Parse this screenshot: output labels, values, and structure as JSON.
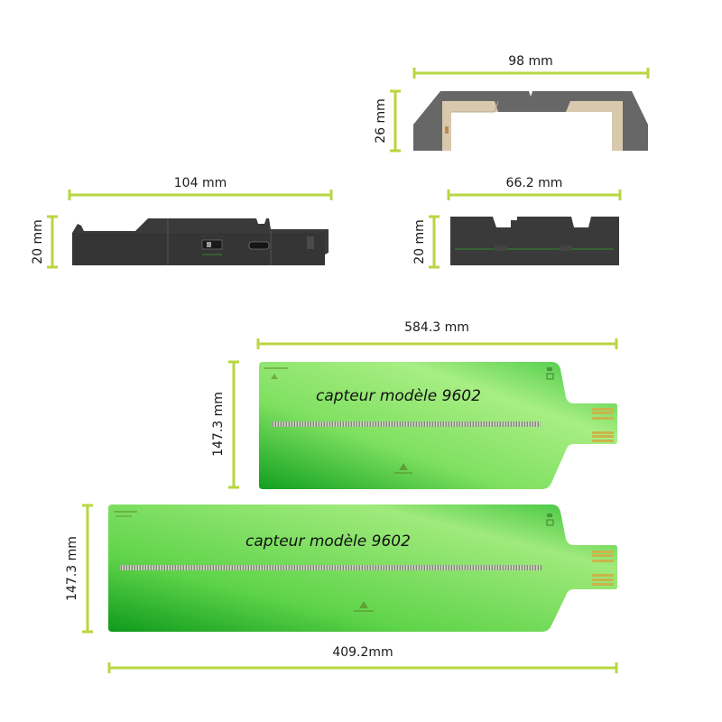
{
  "colors": {
    "dimension_line": "#b8d641",
    "housing_dark": "#3a3a3a",
    "housing_side": "#676767",
    "housing_tan": "#d8c9ad",
    "pcb_green": "#7fe060",
    "pcb_dark": "#1e9e2a",
    "contacts": "#c9b54a"
  },
  "dimensions": {
    "end_width": "98 mm",
    "end_height": "26 mm",
    "side_length": "104 mm",
    "side_height": "20 mm",
    "front_width": "66.2 mm",
    "front_height": "20 mm",
    "sensor_large_length": "584.3 mm",
    "sensor_large_height": "147.3 mm",
    "sensor_small_length": "409.2mm",
    "sensor_small_height": "147.3 mm"
  },
  "sensors": {
    "large_label": "capteur modèle 9602",
    "small_label": "capteur modèle 9602"
  },
  "icons": {
    "large_board": [
      "triangle-logo-icon",
      "ce-mark-icon"
    ],
    "small_board": [
      "triangle-logo-icon",
      "ce-mark-icon"
    ]
  }
}
